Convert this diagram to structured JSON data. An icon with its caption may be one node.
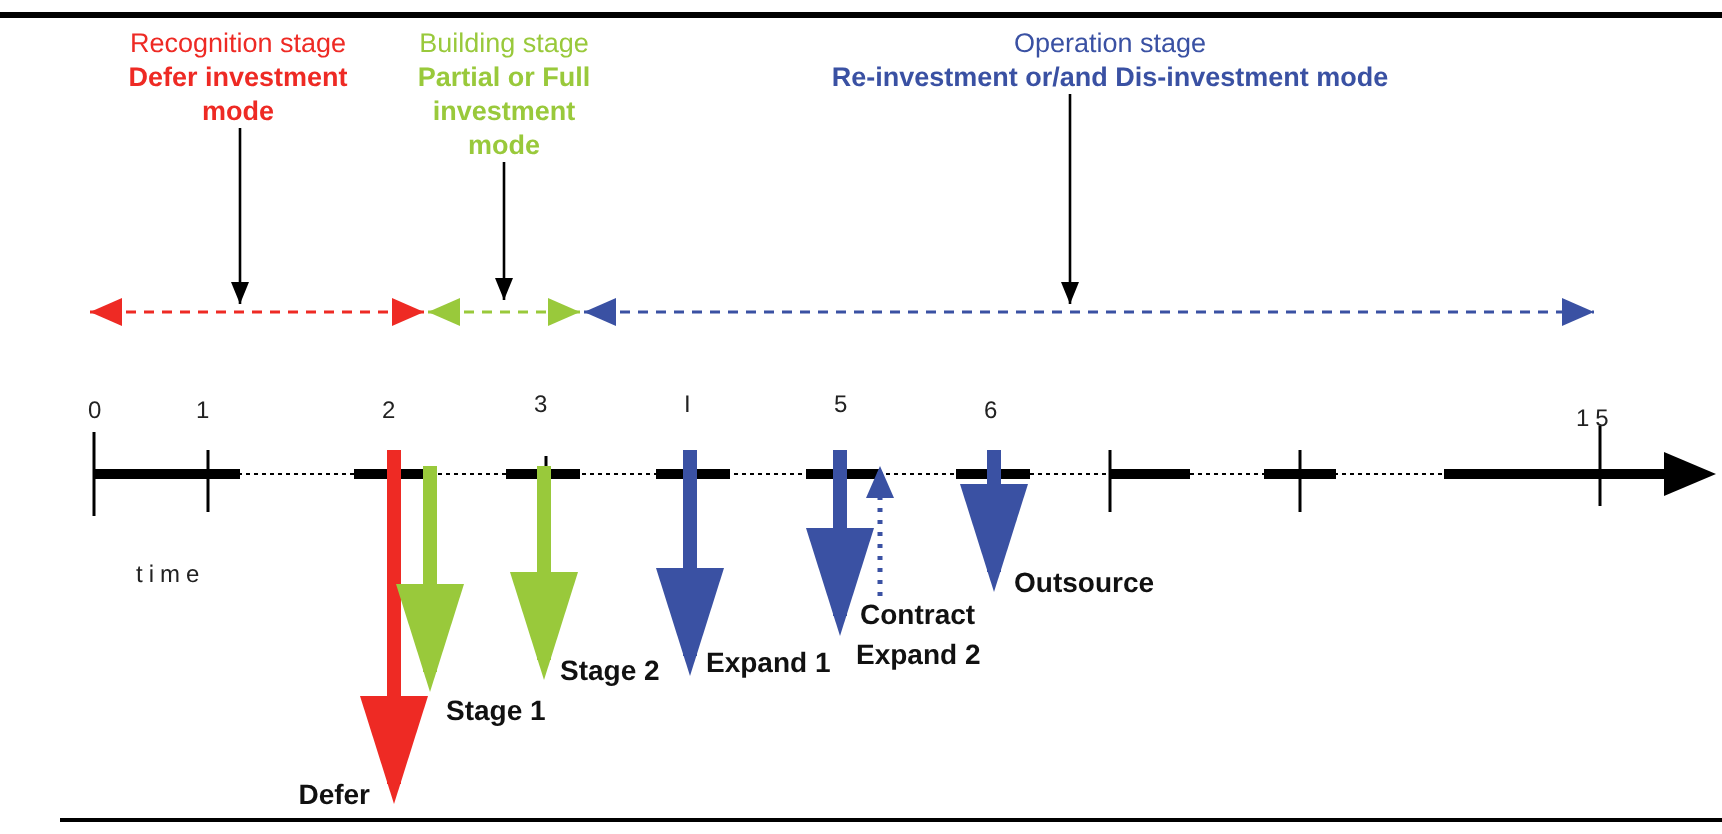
{
  "diagram": {
    "nodes": [
      {
        "text": [
          "Recognition stage",
          "Defer investment mode"
        ]
      },
      {
        "text": [
          "Building stage",
          "Partial or Full investment mode"
        ]
      },
      {
        "text": [
          "Operation stage",
          "Re-investment or/and Dis-investment mode"
        ]
      },
      {
        "text": [
          "Defer"
        ]
      },
      {
        "text": [
          "Stage 1"
        ]
      },
      {
        "text": [
          "Stage 2"
        ]
      },
      {
        "text": [
          "Expand 1"
        ]
      },
      {
        "text": [
          "Expand 2"
        ]
      },
      {
        "text": [
          "Contract"
        ]
      },
      {
        "text": [
          "Outsource"
        ]
      }
    ],
    "edges": [
      {
        "from": 0,
        "to": null,
        "arrow": "to",
        "color": "#000000"
      },
      {
        "from": 1,
        "to": null,
        "arrow": "to",
        "color": "#000000"
      },
      {
        "from": 2,
        "to": null,
        "arrow": "to",
        "color": "#000000"
      },
      {
        "from": null,
        "to": 3,
        "arrow": "to",
        "color": "#ee2a24"
      },
      {
        "from": null,
        "to": 4,
        "arrow": "to",
        "color": "#99c93b"
      },
      {
        "from": null,
        "to": 5,
        "arrow": "to",
        "color": "#99c93b"
      },
      {
        "from": null,
        "to": 6,
        "arrow": "to",
        "color": "#3a51a3"
      },
      {
        "from": null,
        "to": 7,
        "arrow": "to",
        "color": "#3a51a3"
      },
      {
        "from": 8,
        "to": null,
        "arrow": "to",
        "style": "dashed",
        "color": "#3a51a3"
      },
      {
        "from": null,
        "to": 9,
        "arrow": "to",
        "color": "#3a51a3"
      }
    ],
    "labels": [
      "0",
      "1",
      "2",
      "3",
      "I",
      "5",
      "6",
      "15",
      "time"
    ]
  }
}
